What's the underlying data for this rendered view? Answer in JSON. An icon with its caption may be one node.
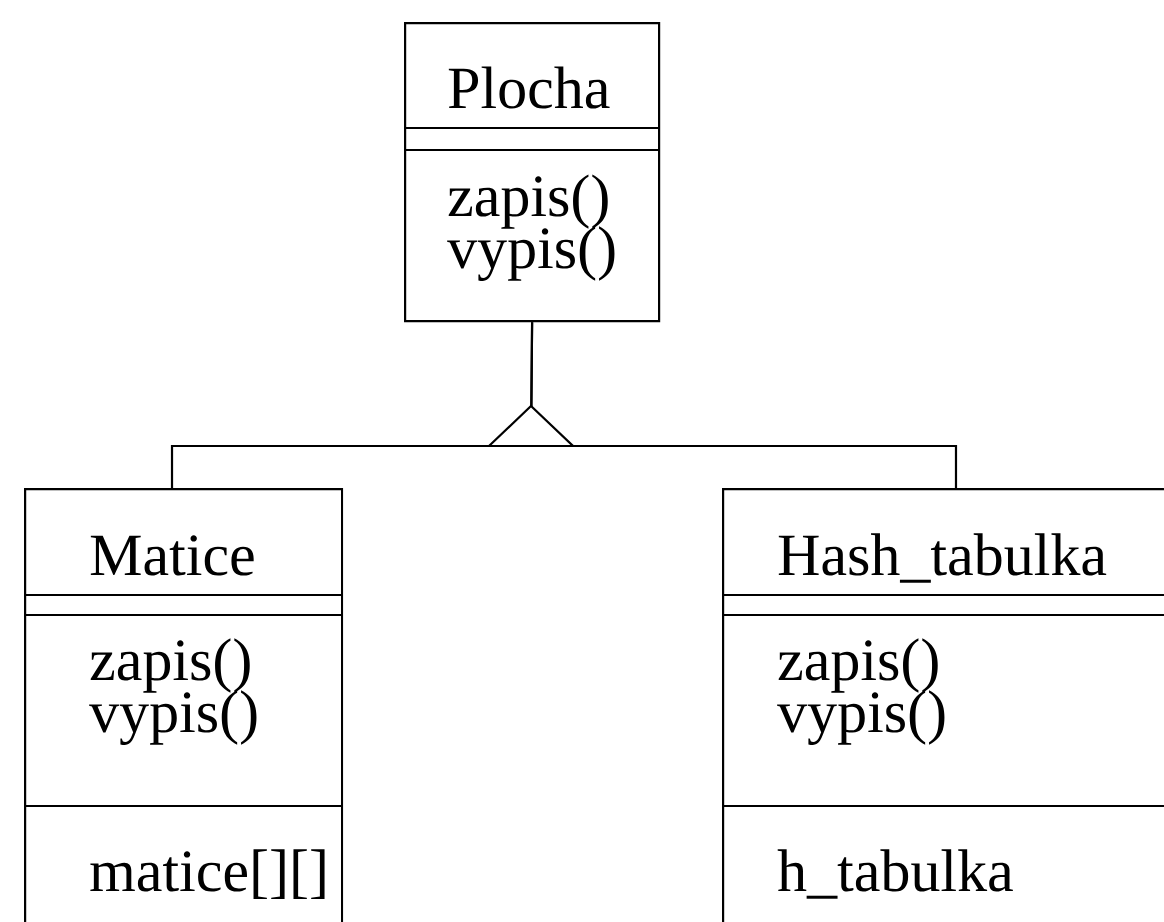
{
  "diagram": {
    "nodes": [
      {
        "text": [
          "Plocha",
          "zapis()",
          "vypis()"
        ]
      },
      {
        "text": [
          "Matice",
          "zapis()",
          "vypis()",
          "matice[][]"
        ]
      },
      {
        "text": [
          "Hash_tabulka",
          "zapis()",
          "vypis()",
          "h_tabulka"
        ]
      }
    ],
    "edges": [
      {
        "from": 1,
        "to": 0,
        "arrow": "to"
      },
      {
        "from": 2,
        "to": 0,
        "arrow": "to"
      }
    ]
  }
}
